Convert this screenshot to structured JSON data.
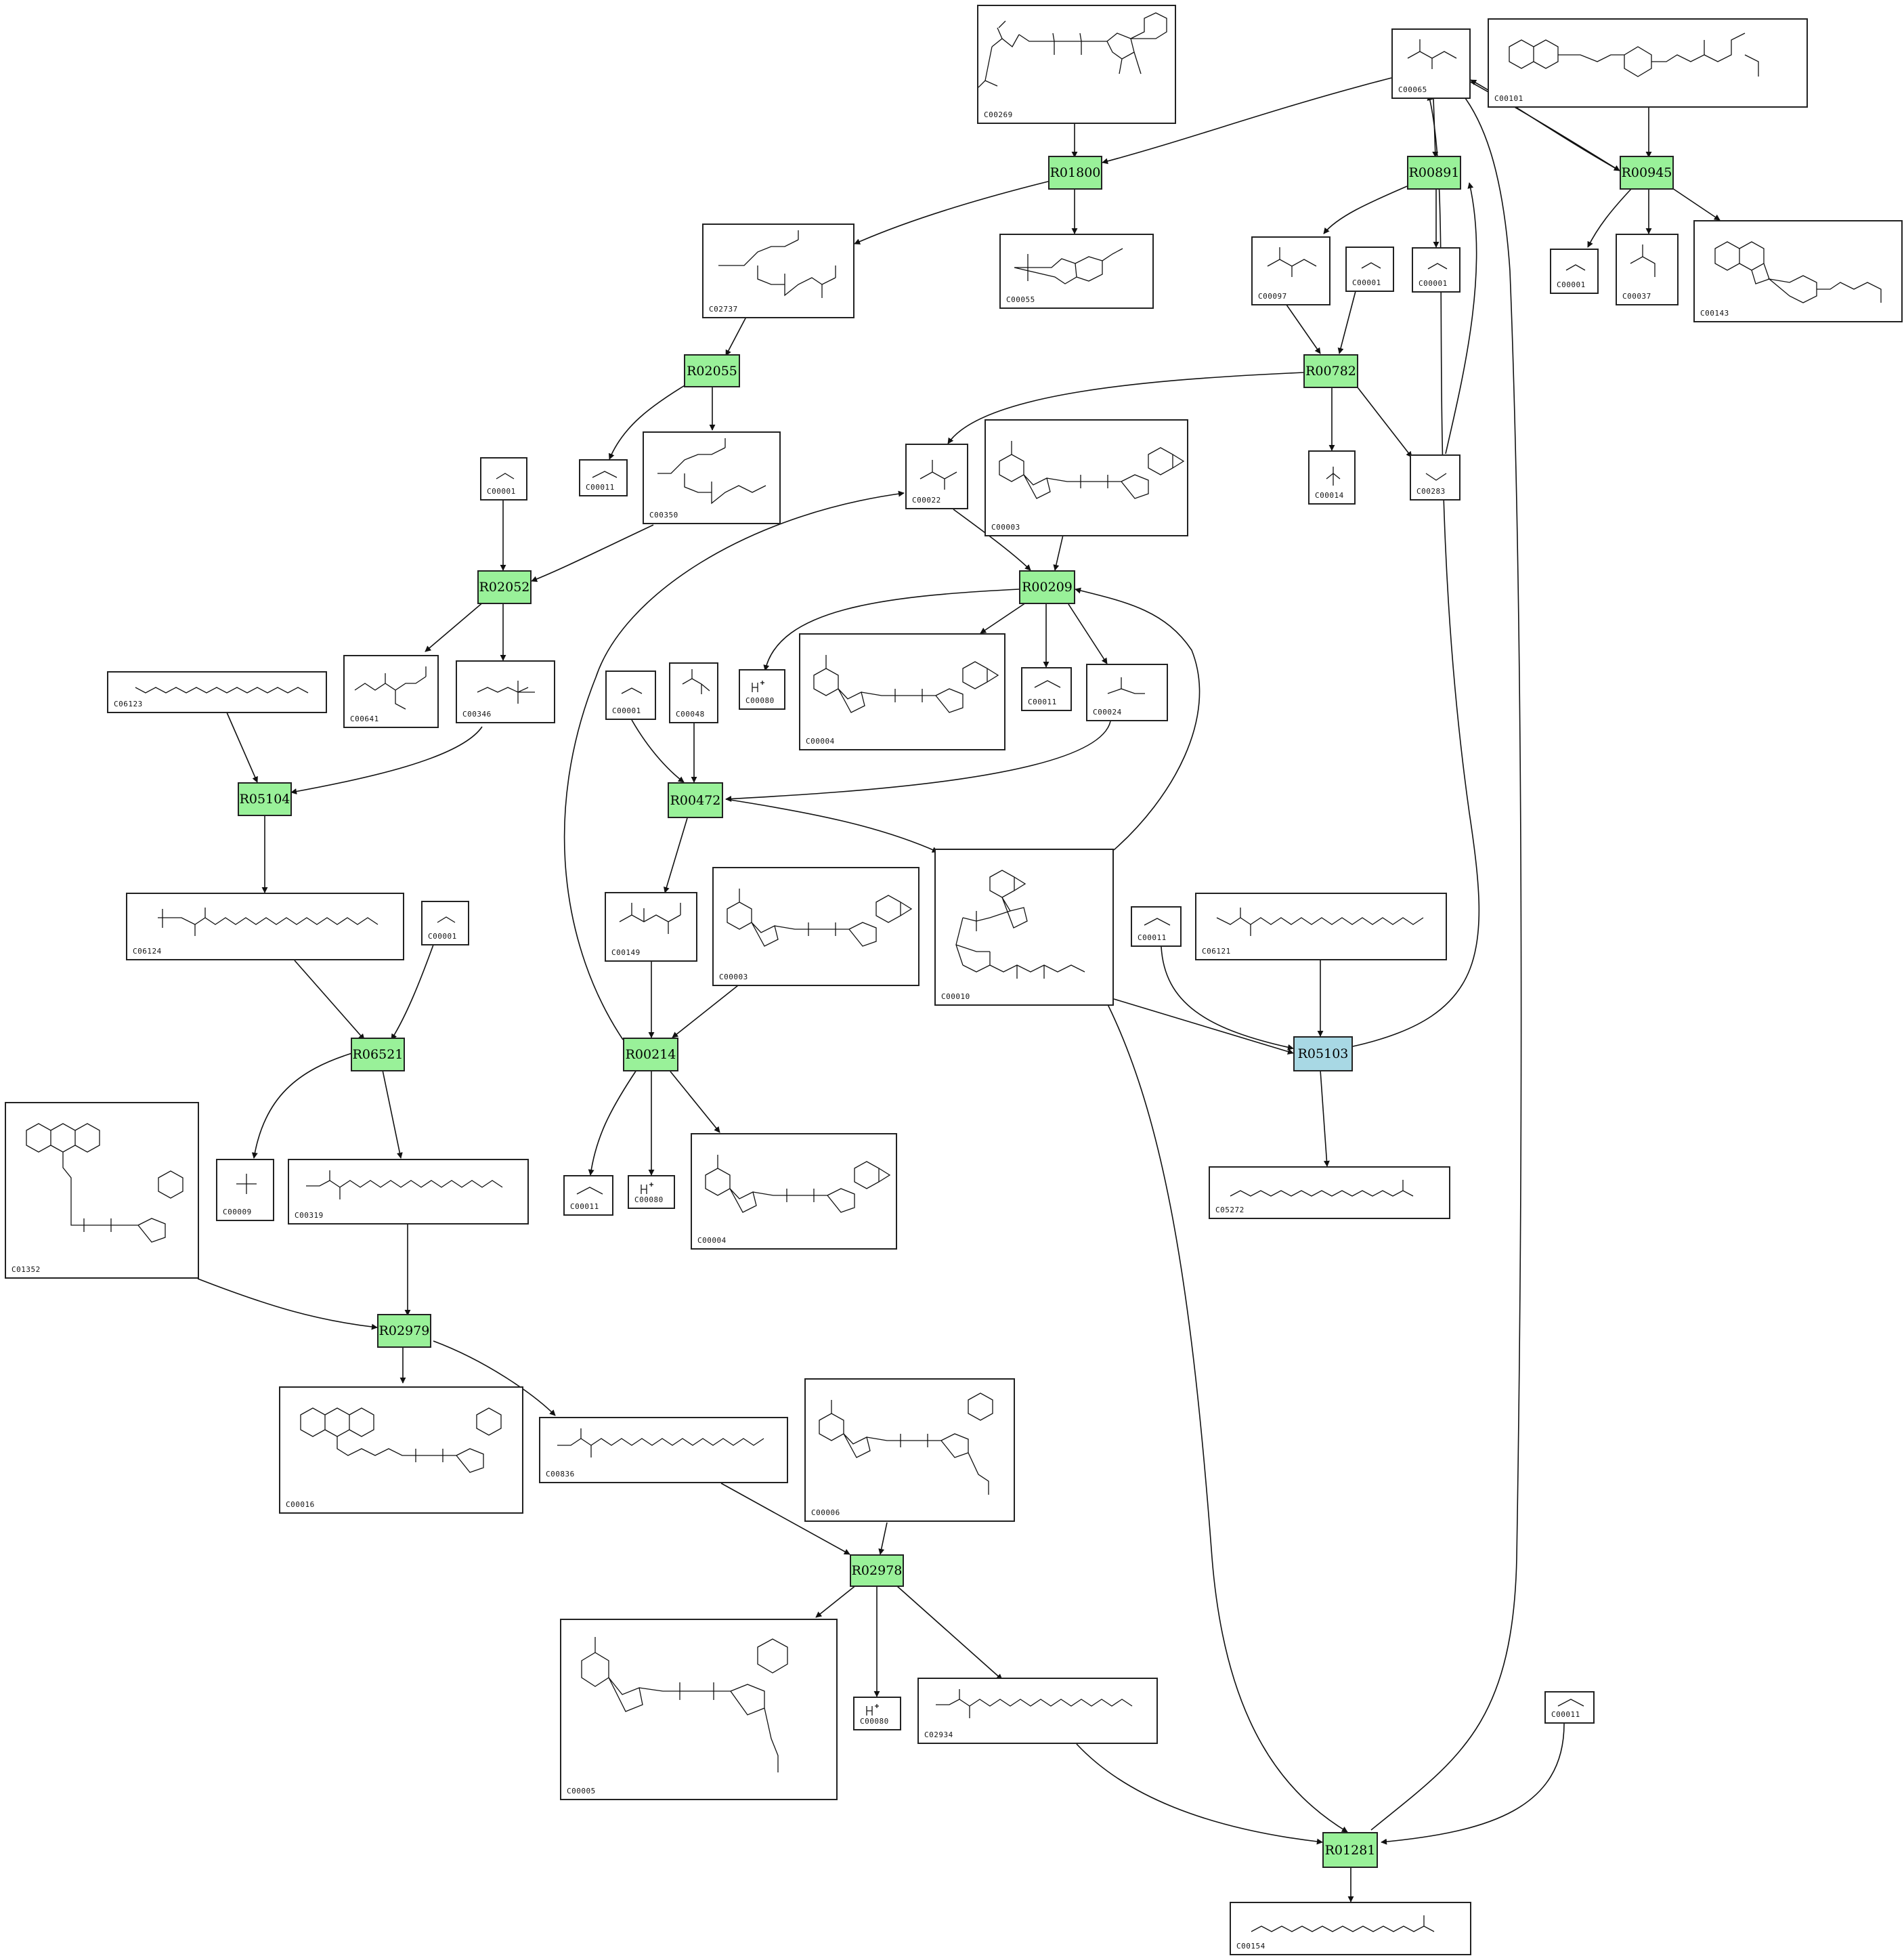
{
  "colors": {
    "reaction_fill": "#99f199",
    "reaction_highlight_fill": "#a8d8e4",
    "box_border": "#222222",
    "edge": "#111111",
    "background": "#ffffff"
  },
  "reactions": {
    "R01800": "R01800",
    "R00891": "R00891",
    "R00945": "R00945",
    "R02055": "R02055",
    "R00782": "R00782",
    "R02052": "R02052",
    "R00209": "R00209",
    "R05104": "R05104",
    "R00472": "R00472",
    "R06521": "R06521",
    "R00214": "R00214",
    "R05103": "R05103",
    "R02979": "R02979",
    "R02978": "R02978",
    "R01281": "R01281"
  },
  "compounds": {
    "c00269": "C00269",
    "c00065": "C00065",
    "c00101": "C00101",
    "c02737": "C02737",
    "c00055": "C00055",
    "c00097": "C00097",
    "c00001_r00782": "C00001",
    "c00001_r00891": "C00001",
    "c00001_r00945": "C00001",
    "c00037": "C00037",
    "c00143": "C00143",
    "c00011_r02055": "C00011",
    "c00350": "C00350",
    "c00001_r02052": "C00001",
    "c00022": "C00022",
    "c00003_r00209": "C00003",
    "c00014": "C00014",
    "c00283": "C00283",
    "c06123": "C06123",
    "c00641": "C00641",
    "c00346": "C00346",
    "c00001_r00472": "C00001",
    "c00048": "C00048",
    "c00080_r00209": "C00080",
    "c00004_r00209": "C00004",
    "c00011_r00209": "C00011",
    "c00024": "C00024",
    "c06124": "C06124",
    "c00001_r06521": "C00001",
    "c00149": "C00149",
    "c00003_r00214": "C00003",
    "c00010": "C00010",
    "c00011_r05103": "C00011",
    "c06121": "C06121",
    "c01352": "C01352",
    "c00009": "C00009",
    "c00319": "C00319",
    "c00011_r00214": "C00011",
    "c00080_r00214": "C00080",
    "c00004_r00214": "C00004",
    "c05272": "C05272",
    "c00016": "C00016",
    "c00836": "C00836",
    "c00006": "C00006",
    "c00005": "C00005",
    "c00080_r02978": "C00080",
    "c02934": "C02934",
    "c00011_r01281": "C00011",
    "c00154": "C00154"
  }
}
